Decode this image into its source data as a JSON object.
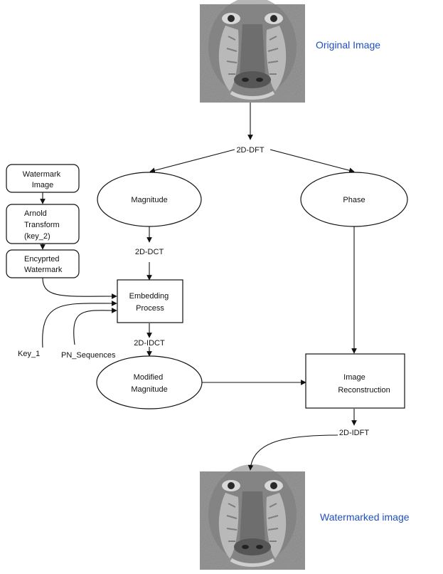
{
  "colors": {
    "caption": "#1f4fbf",
    "stroke": "#111111",
    "background": "#ffffff"
  },
  "images": {
    "original": {
      "caption": "Original Image",
      "icon": "mandrill-face"
    },
    "watermarked": {
      "caption": "Watermarked image",
      "icon": "mandrill-face"
    }
  },
  "labels": {
    "dft": "2D-DFT",
    "dct": "2D-DCT",
    "idct": "2D-IDCT",
    "idft": "2D-IDFT",
    "key1": "Key_1",
    "pn": "PN_Sequences"
  },
  "nodes": {
    "magnitude": "Magnitude",
    "phase": "Phase",
    "embedding": [
      "Embedding",
      "Process"
    ],
    "modified": [
      "Modified",
      "Magnitude"
    ],
    "reconstruction": [
      "Image",
      "Reconstruction"
    ],
    "watermark_image": [
      "Watermark",
      "Image"
    ],
    "arnold": [
      "Arnold",
      "Transform",
      "(key_2)"
    ],
    "encrypted": [
      "Encyprted",
      "Watermark"
    ]
  }
}
